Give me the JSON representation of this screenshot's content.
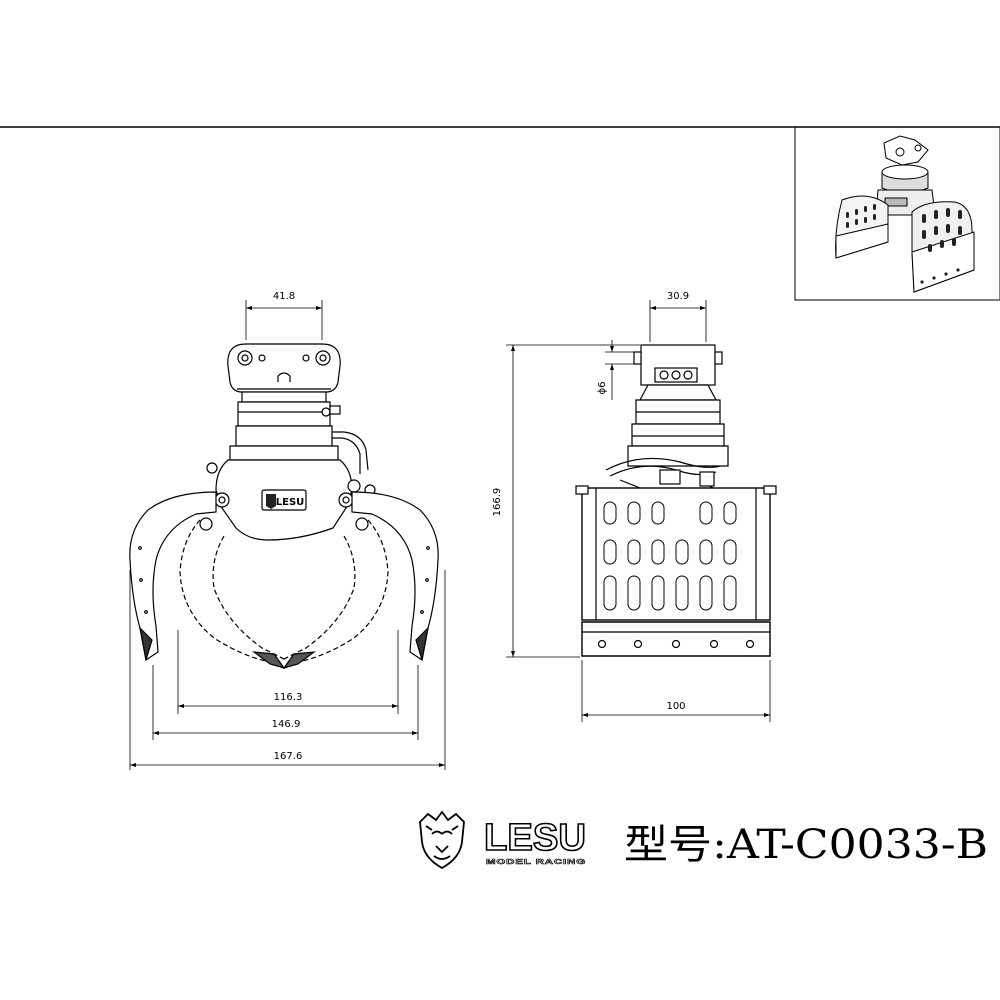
{
  "dimensions": {
    "front_top_width": "41.8",
    "side_top_width": "30.9",
    "pin_diameter": "ϕ6",
    "height": "166.9",
    "inner_width": "116.3",
    "mid_width": "146.9",
    "overall_width": "167.6",
    "base_width": "100"
  },
  "plate": {
    "badge_text": "LESU"
  },
  "logo": {
    "brand": "LESU",
    "subtitle": "MODEL RACING"
  },
  "model_label": "型号:AT-C0033-B"
}
